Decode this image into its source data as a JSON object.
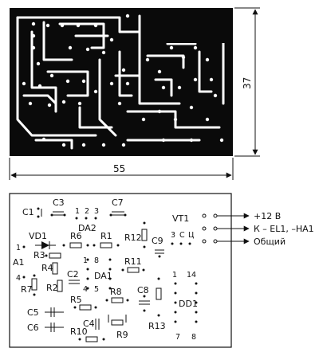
{
  "pcb": {
    "width_label": "55",
    "height_label": "37"
  },
  "placement": {
    "components": [
      {
        "id": "c1",
        "label": "C1"
      },
      {
        "id": "c3",
        "label": "C3"
      },
      {
        "id": "c7",
        "label": "C7"
      },
      {
        "id": "vt1",
        "label": "VT1"
      },
      {
        "id": "vd1",
        "label": "VD1"
      },
      {
        "id": "r6",
        "label": "R6"
      },
      {
        "id": "r1",
        "label": "R1"
      },
      {
        "id": "r12",
        "label": "R12"
      },
      {
        "id": "c9",
        "label": "C9"
      },
      {
        "id": "a1",
        "label": "A1"
      },
      {
        "id": "r3",
        "label": "R3"
      },
      {
        "id": "r4",
        "label": "R4"
      },
      {
        "id": "r11",
        "label": "R11"
      },
      {
        "id": "r7",
        "label": "R7"
      },
      {
        "id": "r2",
        "label": "R2"
      },
      {
        "id": "c2",
        "label": "C2"
      },
      {
        "id": "da1",
        "label": "DA1"
      },
      {
        "id": "da2",
        "label": "DA2"
      },
      {
        "id": "c8",
        "label": "C8"
      },
      {
        "id": "dd1",
        "label": "DD1"
      },
      {
        "id": "r5",
        "label": "R5"
      },
      {
        "id": "r8",
        "label": "R8"
      },
      {
        "id": "c5",
        "label": "C5"
      },
      {
        "id": "c4",
        "label": "C4"
      },
      {
        "id": "c6",
        "label": "C6"
      },
      {
        "id": "r9",
        "label": "R9"
      },
      {
        "id": "r13",
        "label": "R13"
      },
      {
        "id": "r10",
        "label": "R10"
      }
    ],
    "pin_numbers": {
      "da2_1": "1",
      "da2_2": "2",
      "da2_3": "3",
      "vt1_3": "3",
      "vt1_c": "C",
      "vt1_u": "Ц",
      "a1_1": "1",
      "a1_4": "4",
      "da1_1": "1",
      "da1_8": "8",
      "da1_4": "4",
      "da1_5": "5",
      "dd1_1": "1",
      "dd1_14": "14",
      "dd1_7": "7",
      "dd1_8": "8"
    },
    "outputs": [
      {
        "id": "out1",
        "label": "+12 В"
      },
      {
        "id": "out2",
        "label": "К  – EL1, –HA1"
      },
      {
        "id": "out3",
        "label": "Общий"
      }
    ]
  }
}
